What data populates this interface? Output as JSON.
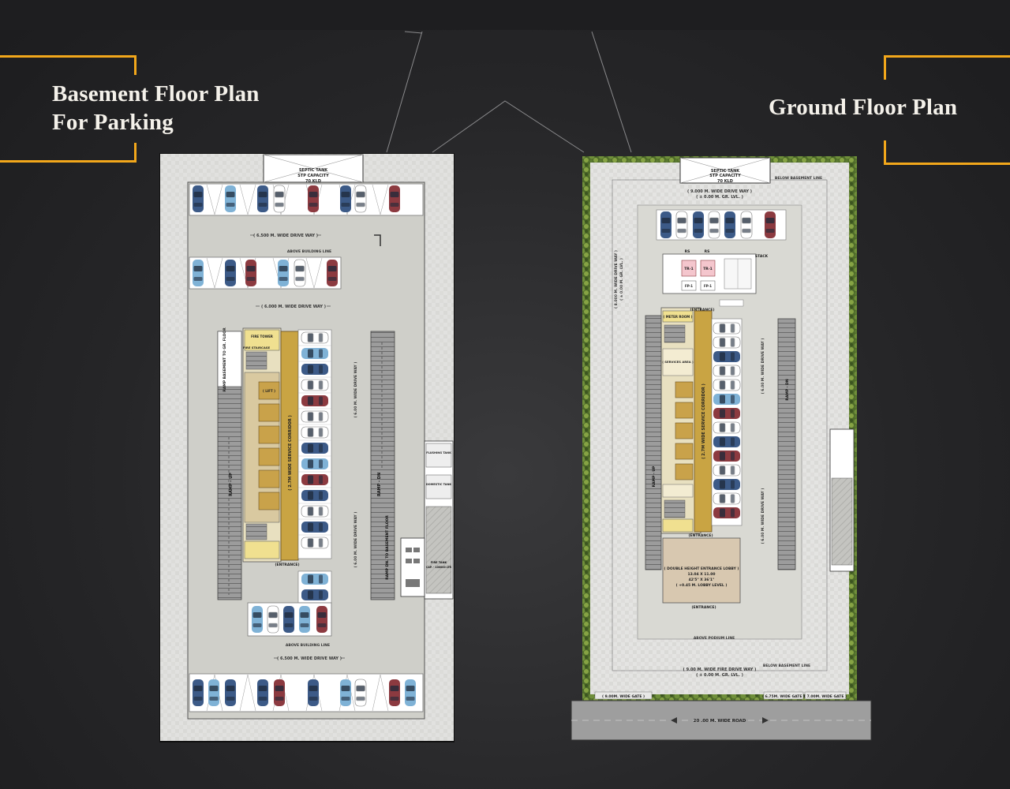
{
  "headings": {
    "basement_line1": "Basement Floor Plan",
    "basement_line2": "For Parking",
    "ground": "Ground Floor Plan"
  },
  "colors": {
    "accent": "#f2a71b",
    "heading_text": "#f4f1ea",
    "background": "#262628"
  },
  "basement": {
    "septic": "SEPTIC TANK",
    "stp": "STP CAPACITY",
    "kld": "70 KLD",
    "driveway_top": "( 6.500 M. WIDE DRIVE WAY )",
    "above_building_line_top": "ABOVE BUILDING LINE",
    "driveway_mid": "( 6.000 M. WIDE DRIVE WAY )",
    "ramp_left": "RAMP BASEMENT TO GR. FLOOR",
    "ramp_up": "RAMP - UP",
    "ramp_dn": "RAMP - DN",
    "ramp_right": "RAMP DN. TO BASEMENT FLOOR",
    "drive_way_side": "( 6.00 M. WIDE DRIVE WAY )",
    "corridor": "( 2.7M WIDE SERVICE CORRIDOR )",
    "lift": "( LIFT )",
    "fire_staircase": "FIRE STAIRCASE",
    "fire_tower": "FIRE TOWER",
    "entrance": "(ENTRANCE)",
    "above_building_line_bottom": "ABOVE BUILDING LINE",
    "driveway_bottom": "( 6.500 M. WIDE DRIVE WAY )",
    "fire_tank": "FIRE TANK",
    "fire_tank_cap": "CAP. - 100000 LTR",
    "flushing_tank": "FLUSHING TANK",
    "domestic_tank": "DOMESTIC TANK"
  },
  "ground": {
    "septic": "SEPTIC TANK",
    "stp": "STP CAPACITY",
    "kld": "70 KLD",
    "below_basement_line_top": "BELOW BASEMENT LINE",
    "driveway_top": "( 9.000 M. WIDE DRIVE WAY )",
    "driveway_top_lvl": "( ± 0.00 M. GR. LVL. )",
    "rs1": "RS",
    "rs2": "RS",
    "tr1": "TR-1",
    "tr2": "TR-1",
    "fp1": "FP-1",
    "fp2": "FP-1",
    "stack": "STACK",
    "entrance_top": "(ENTRANCE)",
    "meter_room": "( METER ROOM )",
    "services_area": "( SERVICES AREA )",
    "corridor": "( 2.7M WIDE SERVICE CORRIDOR )",
    "lobby_title": "( DOUBLE HEIGHT ENTRANCE LOBBY )",
    "lobby_size": "13.04 X 11.00",
    "lobby_size_ft": "42'5\" X 36'1\"",
    "lobby_level": "( +0.45 M. LOBBY LEVEL )",
    "entrance_mid": "(ENTRANCE)",
    "entrance_bottom": "(ENTRANCE)",
    "above_podium_line": "ABOVE PODIUM LINE",
    "fire_driveway": "( 9.00 M. WIDE FIRE DRIVE WAY )",
    "fire_driveway_lvl": "( ± 0.00 M. GR. LVL. )",
    "below_basement_line_bottom": "BELOW BASEMENT LINE",
    "gate1": "( 9.00M. WIDE GATE )",
    "gate2": "( 6.75M. WIDE GATE )",
    "gate3": "( 7.00M. WIDE GATE )",
    "road": "20 .00 M. WIDE ROAD",
    "left_driveway": "( 8.000 M. WIDE DRIVE WAY )",
    "left_driveway_lvl": "( ± 0.00 M. GR. LVL. )",
    "right_driveway": "( 6.00 M. WIDE DRIVE WAY )",
    "ramp_up": "RAMP - UP",
    "ramp_dn": "RAMP - DN"
  }
}
